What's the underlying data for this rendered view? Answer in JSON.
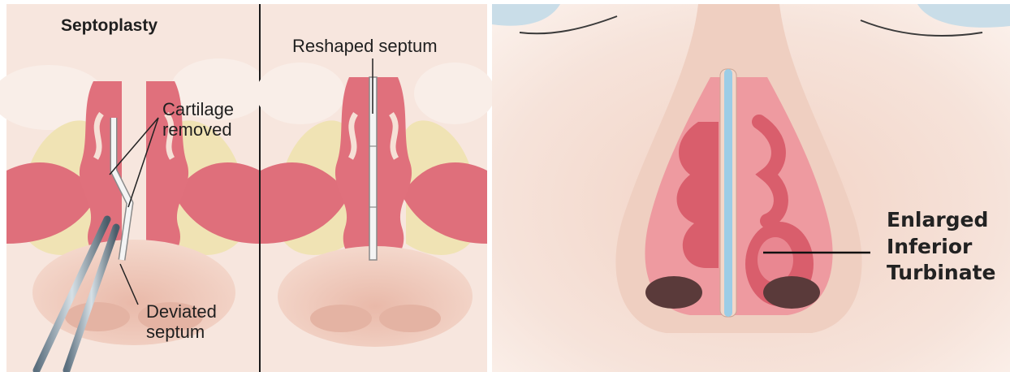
{
  "left_panel": {
    "title": "Septoplasty",
    "cartilage_removed": [
      "Cartilage",
      "removed"
    ],
    "deviated_septum": [
      "Deviated",
      "septum"
    ]
  },
  "middle_panel": {
    "reshaped_septum": "Reshaped septum"
  },
  "right_panel": {
    "turbinate_label": [
      "Enlarged",
      "Inferior",
      "Turbinate"
    ]
  },
  "colors": {
    "background": "#ffffff",
    "skin": "#f6e0d6",
    "mucosa": "#e0707c",
    "bone": "#f0e3b4",
    "septum_blue": "#9ccde6",
    "divider": "#1a1a1a"
  }
}
